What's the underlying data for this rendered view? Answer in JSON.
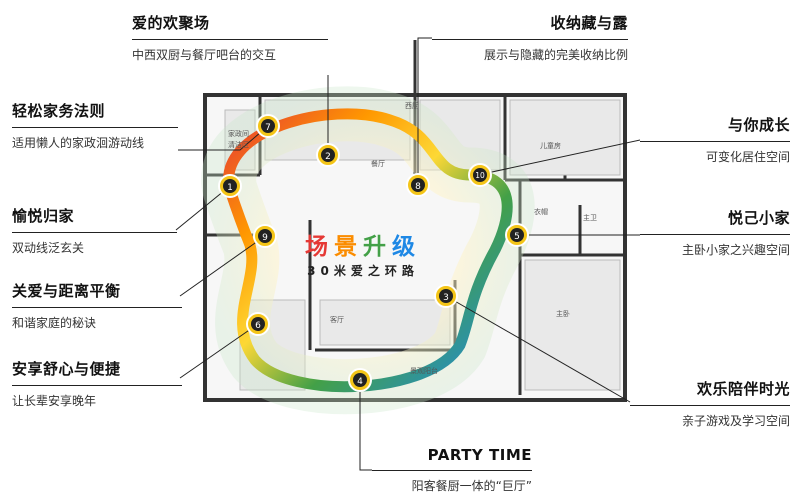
{
  "center": {
    "title_chars": [
      {
        "ch": "场",
        "color": "#e53935"
      },
      {
        "ch": "景",
        "color": "#fb8c00"
      },
      {
        "ch": "升",
        "color": "#43a047"
      },
      {
        "ch": "级",
        "color": "#1e88e5"
      }
    ],
    "subtitle": "30米爱之环路"
  },
  "labels": {
    "love_kitchen": {
      "title": "爱的欢聚场",
      "subtitle": "中西双厨与餐厅吧台的交互"
    },
    "storage": {
      "title": "收纳藏与露",
      "subtitle": "展示与隐藏的完美收纳比例"
    },
    "housework": {
      "title": "轻松家务法则",
      "subtitle": "适用懒人的家政洄游动线"
    },
    "grow": {
      "title": "与你成长",
      "subtitle": "可变化居住空间"
    },
    "entry": {
      "title": "愉悦归家",
      "subtitle": "双动线泛玄关"
    },
    "master": {
      "title": "悦己小家",
      "subtitle": "主卧小家之兴趣空间"
    },
    "balance": {
      "title": "关爱与距离平衡",
      "subtitle": "和谐家庭的秘诀"
    },
    "elder": {
      "title": "安享舒心与便捷",
      "subtitle": "让长辈安享晚年"
    },
    "kids": {
      "title": "欢乐陪伴时光",
      "subtitle": "亲子游戏及学习空间"
    },
    "party": {
      "title": "PARTY TIME",
      "subtitle": "阳客餐厨一体的“巨厅”"
    }
  },
  "markers": [
    "1",
    "2",
    "3",
    "4",
    "5",
    "6",
    "7",
    "8",
    "9",
    "10"
  ],
  "rooms": {
    "kitchen": "西厨",
    "dining": "餐厅",
    "laundry": "家政间",
    "laundry2": "清洁区",
    "child": "儿童房",
    "master": "主卧",
    "wardrobe": "衣帽",
    "bath": "主卫",
    "balcony": "景观阳台",
    "living": "客厅"
  },
  "colors": {
    "gold": "#e9b800",
    "line": "#222222"
  }
}
